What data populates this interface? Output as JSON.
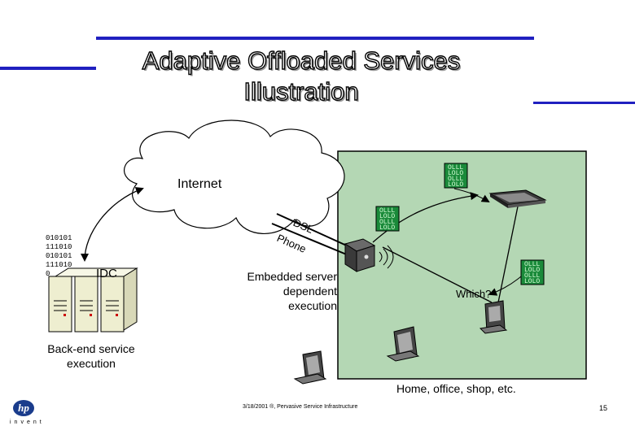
{
  "slide": {
    "title_line1": "Adaptive Offloaded Services",
    "title_line2": "Illustration"
  },
  "diagram": {
    "internet_label": "Internet",
    "dsl_label": "DSL",
    "phone_label": "Phone",
    "idc_label": "IDC",
    "idc_bits": [
      "010101",
      "111010",
      "010101",
      "111010",
      "0"
    ],
    "backend_label_line1": "Back-end service",
    "backend_label_line2": "execution",
    "embedded_label_line1": "Embedded server",
    "embedded_label_line2": "dependent",
    "embedded_label_line3": "execution",
    "which_label": "Which?",
    "home_label": "Home, office, shop, etc.",
    "bits_block": [
      "OLLL",
      "LOLO",
      "OLLL",
      "LOLO"
    ]
  },
  "footer": {
    "date_text": "3/18/2001 ®, Pervasive Service Infrastructure",
    "page_number": "15",
    "logo_text": "invent"
  },
  "colors": {
    "rule_blue": "#2020c0",
    "home_panel": "#b4d7b4",
    "bits_green": "#1a8a3a",
    "server_beige": "#eeeed0"
  }
}
